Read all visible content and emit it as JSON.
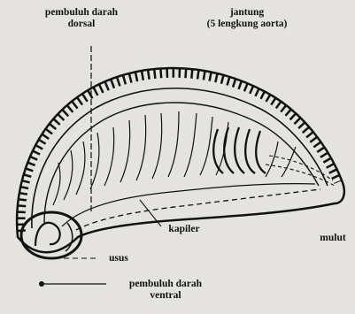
{
  "labels": {
    "dorsal_vessel": [
      "pembuluh darah",
      "dorsal"
    ],
    "heart": [
      "jantung",
      "(5 lengkung aorta)"
    ],
    "capillary": "kapiler",
    "mouth": "mulut",
    "intestine": "usus",
    "ventral_vessel": [
      "pembuluh darah",
      "ventral"
    ]
  },
  "colors": {
    "background": "#e4e3df",
    "ink": "#111111"
  }
}
